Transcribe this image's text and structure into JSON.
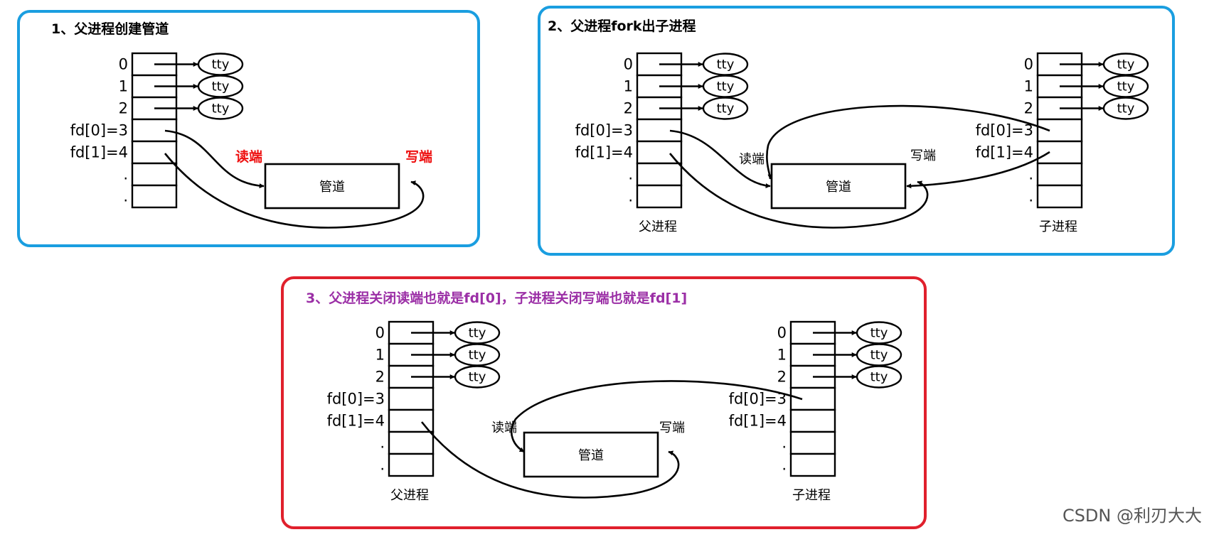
{
  "colors": {
    "panel_blue": "#1a9ee0",
    "panel_red": "#e0202c",
    "title_black": "#000000",
    "title_purple": "#9b2fa6",
    "label_red": "#ee1010"
  },
  "panels": {
    "p1": {
      "title": "1、父进程创建管道"
    },
    "p2": {
      "title": "2、父进程fork出子进程"
    },
    "p3": {
      "title": "3、父进程关闭读端也就是fd[0]，子进程关闭写端也就是fd[1]"
    }
  },
  "fd_labels": [
    "0",
    "1",
    "2",
    "fd[0]=3",
    "fd[1]=4",
    ".",
    "."
  ],
  "tty": "tty",
  "pipe": "管道",
  "read_end": "读端",
  "write_end": "写端",
  "parent": "父进程",
  "child": "子进程",
  "watermark": "CSDN @利刃大大"
}
